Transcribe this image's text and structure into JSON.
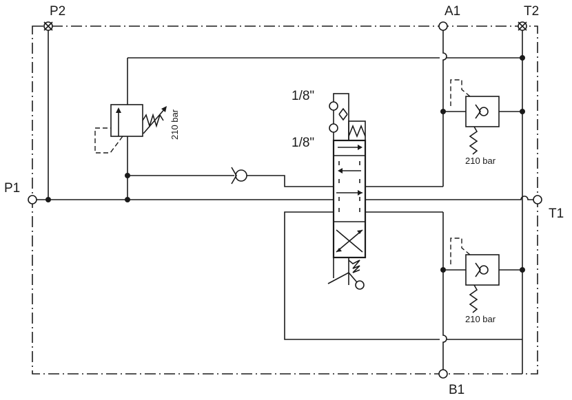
{
  "diagram": {
    "ports": {
      "p1": "P1",
      "p2": "P2",
      "a1": "A1",
      "b1": "B1",
      "t1": "T1",
      "t2": "T2"
    },
    "relief_valves": {
      "adjustable_setting": "210 bar",
      "a_port_setting": "210 bar",
      "b_port_setting": "210 bar"
    },
    "directional_valve": {
      "upper_orifice": "1/8\"",
      "lower_orifice": "1/8\""
    }
  }
}
